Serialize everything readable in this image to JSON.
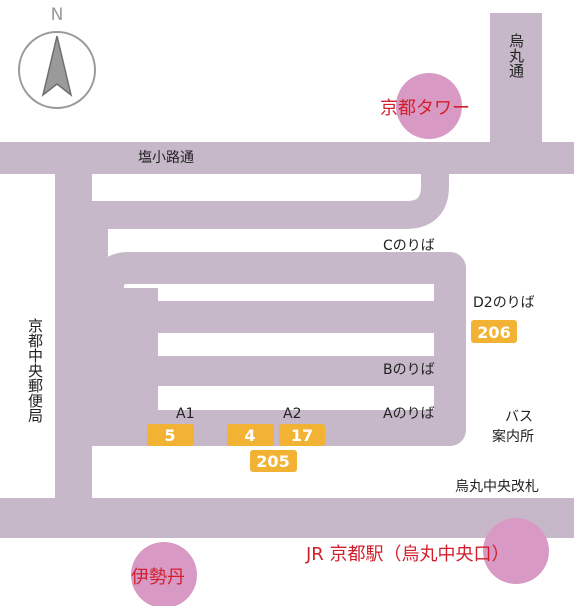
{
  "compass": {
    "north_label": "N",
    "icon": "compass-icon",
    "color": "#9a9a9a"
  },
  "roads": {
    "shiokoji_dori": "塩小路通",
    "karasuma_dori": "烏丸通",
    "kyoto_central_post_office": "京都中央郵便局",
    "karasuma_central_gate": "烏丸中央改札",
    "color": "#c7b8c9"
  },
  "platforms": {
    "c": "Cのりば",
    "d2": "D2のりば",
    "b": "Bのりば",
    "a": "Aのりば",
    "a1": "A1",
    "a2": "A2",
    "bus_info": "バス案内所"
  },
  "bus_routes": {
    "r206": "206",
    "r5": "5",
    "r4": "4",
    "r17": "17",
    "r205": "205",
    "color": "#f2b233"
  },
  "landmarks": {
    "kyoto_tower": "京都タワー",
    "isetan": "伊勢丹",
    "jr_kyoto_station": "JR 京都駅（烏丸中央口）",
    "circle_color": "#d89ac5",
    "label_color": "#d21f2b"
  }
}
